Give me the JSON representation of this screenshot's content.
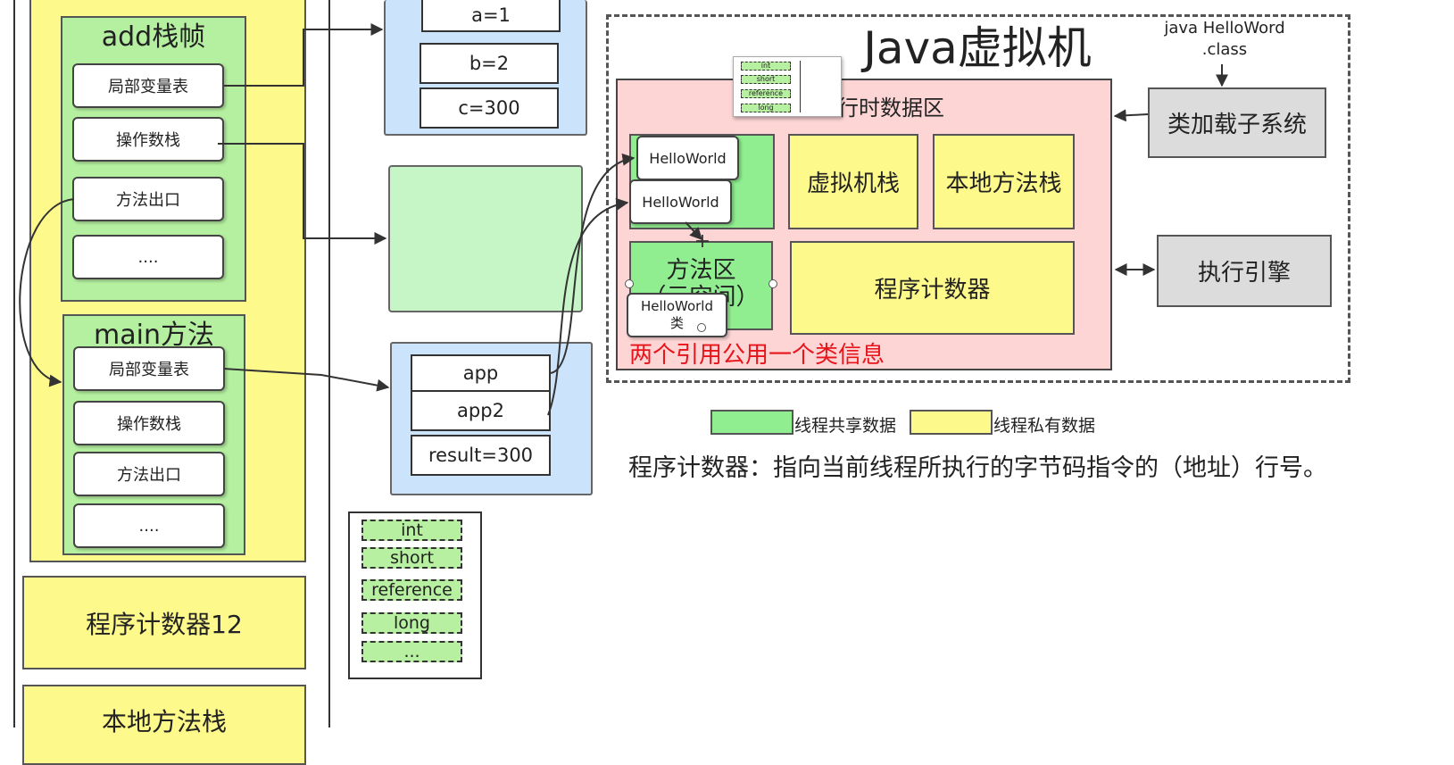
{
  "thread_stack": {
    "add_frame": {
      "title": "add栈帧",
      "items": [
        "局部变量表",
        "操作数栈",
        "方法出口",
        "...."
      ]
    },
    "main_frame": {
      "title": "main方法",
      "items": [
        "局部变量表",
        "操作数栈",
        "方法出口",
        "...."
      ]
    },
    "program_counter": "程序计数器12",
    "native_stack": "本地方法栈"
  },
  "add_locals": [
    "a=1",
    "b=2",
    "c=300"
  ],
  "main_locals": [
    "app",
    "app2",
    "result=300"
  ],
  "type_list": [
    "int",
    "short",
    "reference",
    "long",
    "..."
  ],
  "mini_type_list": [
    "int",
    "short",
    "reference",
    "long"
  ],
  "jvm": {
    "title": "Java虚拟机",
    "command": "java HelloWord\n.class",
    "runtime_area": "行时数据区",
    "heap_objects": [
      "HelloWorld",
      "HelloWorld"
    ],
    "vm_stack": "虚拟机栈",
    "native_method_stack": "本地方法栈",
    "method_area": "方法区\n（元空间）",
    "class_info": "HelloWorld\n类",
    "program_counter": "程序计数器",
    "annotation": "两个引用公用一个类信息",
    "class_loader": "类加载子系统",
    "execution_engine": "执行引擎"
  },
  "legend": {
    "shared": "线程共享数据",
    "private": "线程私有数据"
  },
  "note": "程序计数器：指向当前线程所执行的字节码指令的（地址）行号。",
  "colors": {
    "thread_yellow": "#fdf98b",
    "frame_green": "#b5f0a0",
    "jvm_pink": "#fdd5d5",
    "shared_green": "#90ee90",
    "annotation_red": "#e8141b",
    "gray": "#dcdcdc"
  }
}
